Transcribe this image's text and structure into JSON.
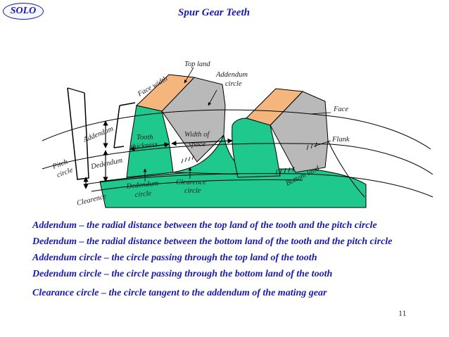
{
  "header": {
    "badge": "SOLO",
    "title": "Spur Gear Teeth"
  },
  "diagram": {
    "labels": {
      "top_land": "Top land",
      "addendum_circle_1": "Addendum",
      "addendum_circle_2": "circle",
      "face_width": "Face width",
      "face": "Face",
      "flank": "Flank",
      "addendum": "Addendum",
      "dedendum": "Dedendum",
      "tooth_thickness_1": "Tooth",
      "tooth_thickness_2": "thickness",
      "width_of_space_1": "Width of",
      "width_of_space_2": "space",
      "pitch_circle_1": "Pitch",
      "pitch_circle_2": "circle",
      "clearence": "Clearence",
      "dedendum_circle_1": "Dedendum",
      "dedendum_circle_2": "circle",
      "clearence_circle_1": "Clearence",
      "clearence_circle_2": "circle",
      "bottom_land": "Bottom land"
    },
    "colors": {
      "tooth_front": "#1fc98d",
      "tooth_side": "#b9b9b9",
      "tooth_top": "#f5b67e",
      "text_accent": "#1a1aa8"
    }
  },
  "definitions": [
    "Addendum – the radial distance between the top land of the tooth and the pitch circle",
    "Dedendum – the radial distance between the bottom land of the tooth and the pitch circle",
    "Addendum circle – the circle passing through the top land of the tooth",
    "Dedendum circle – the circle passing through the bottom land of the tooth",
    "Clearance circle – the circle tangent to the addendum of the mating gear"
  ],
  "page_number": "11"
}
